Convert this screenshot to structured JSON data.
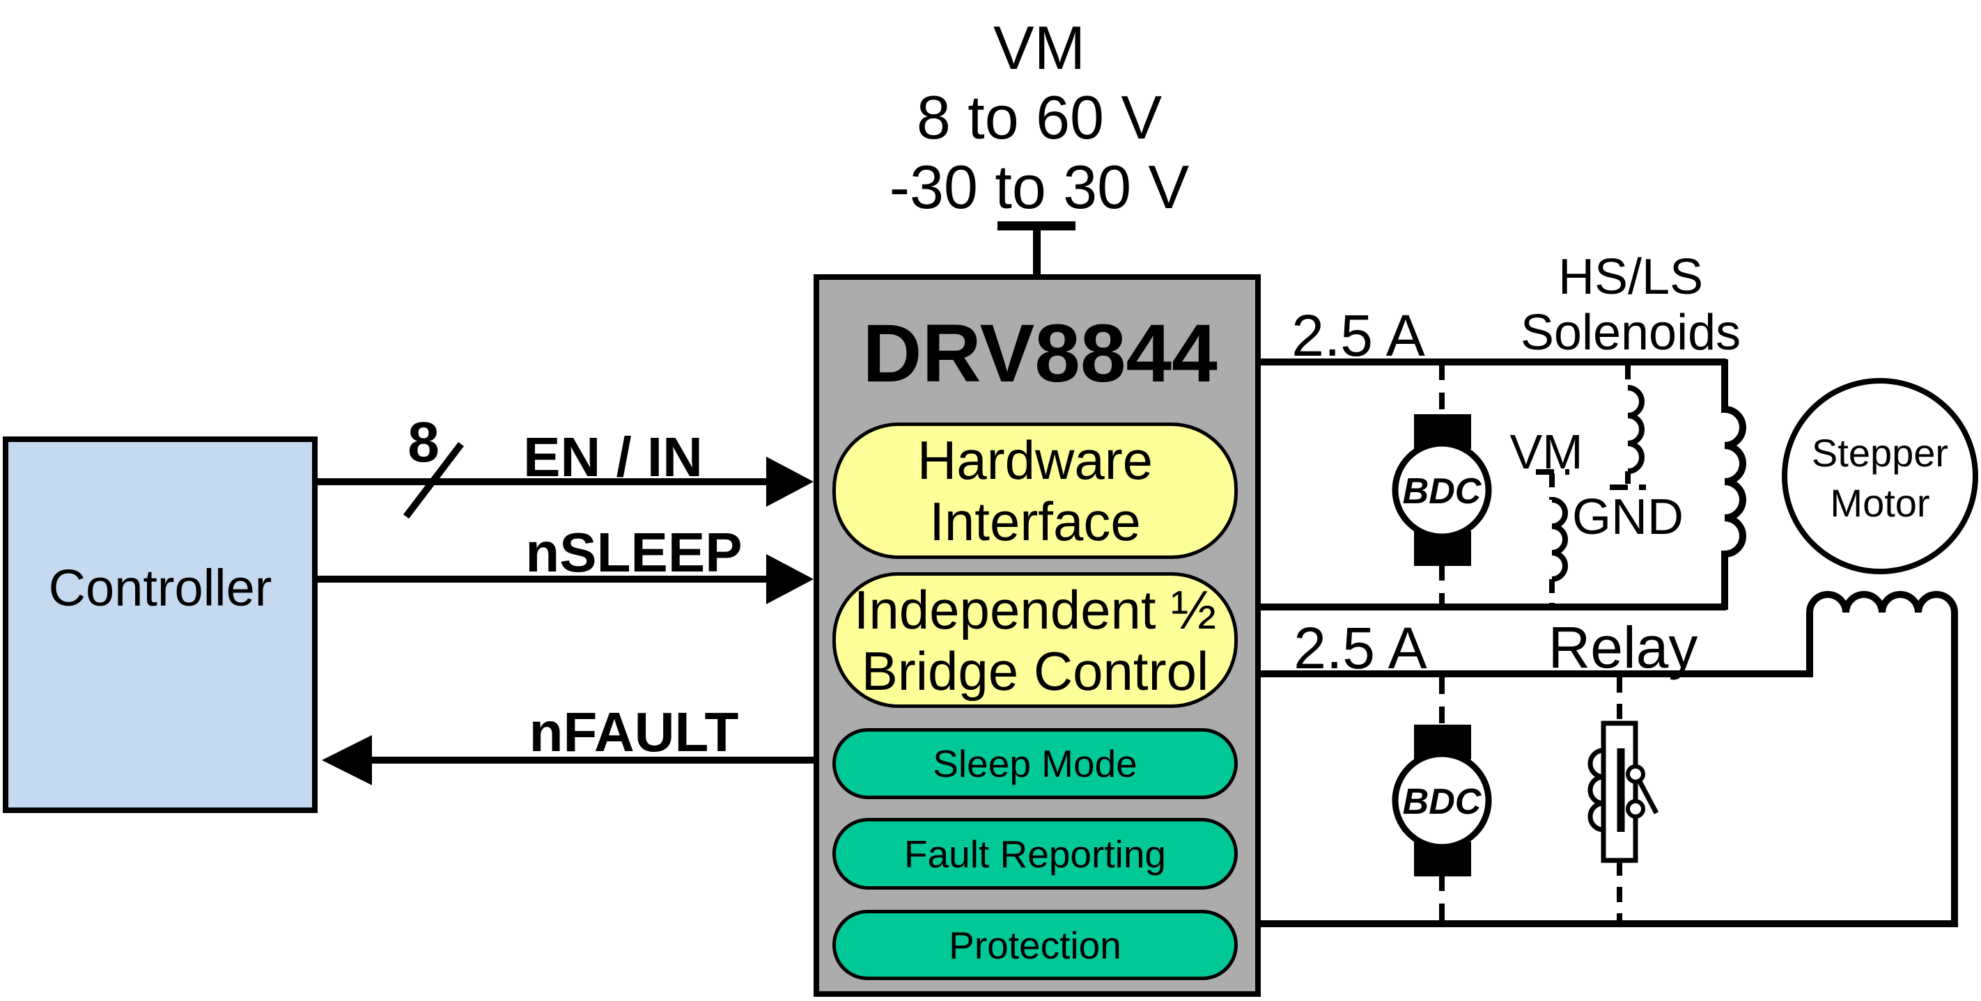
{
  "diagram": {
    "supply": {
      "line1": "VM",
      "line2": "8 to 60 V",
      "line3": "-30 to 30 V"
    },
    "controller": {
      "label": "Controller"
    },
    "signals": {
      "bus_width": "8",
      "en_in": "EN / IN",
      "nsleep": "nSLEEP",
      "nfault": "nFAULT"
    },
    "chip": {
      "title": "DRV8844",
      "features_yellow": [
        {
          "line1": "Hardware",
          "line2": "Interface"
        },
        {
          "line1": "Independent ½",
          "line2": "Bridge Control"
        }
      ],
      "features_green": [
        "Sleep Mode",
        "Fault Reporting",
        "Protection"
      ]
    },
    "outputs": {
      "current1": "2.5 A",
      "current2": "2.5 A"
    },
    "loads": {
      "solenoids": {
        "line1": "HS/LS",
        "line2": "Solenoids"
      },
      "vm": "VM",
      "gnd": "GND",
      "bdc1": "BDC",
      "bdc2": "BDC",
      "relay": "Relay",
      "stepper": {
        "line1": "Stepper",
        "line2": "Motor"
      }
    },
    "colors": {
      "chip_fill": "#acacac",
      "feature_yellow": "#ffff99",
      "feature_green": "#00c896",
      "controller_fill": "#c5d9f1",
      "stroke": "#000000"
    }
  }
}
